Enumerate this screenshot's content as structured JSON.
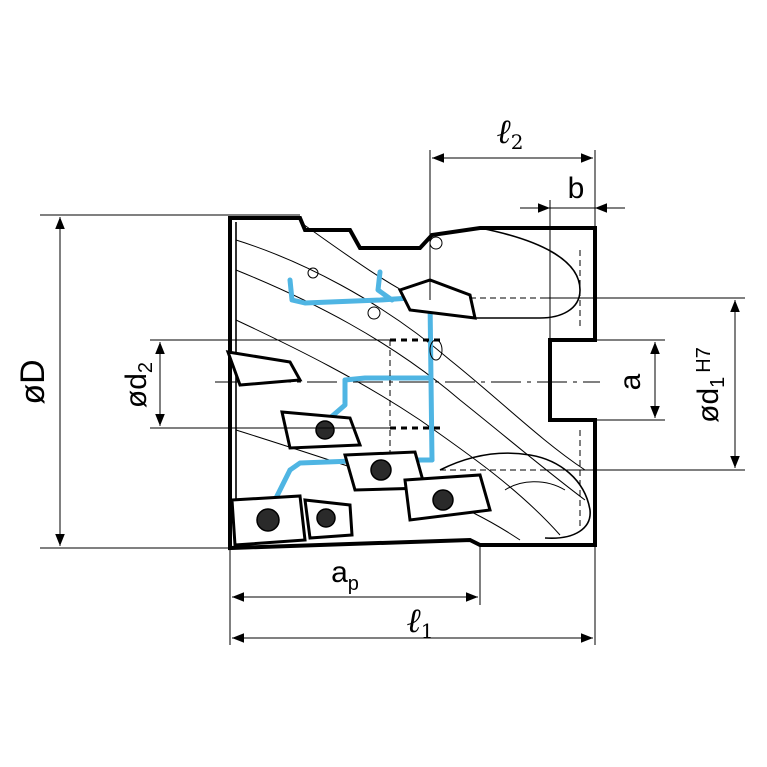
{
  "labels": {
    "diameter_D": "øD",
    "diameter_d2": "ød",
    "diameter_d2_sub": "2",
    "bore_d1": "ød",
    "bore_d1_sub": "1",
    "bore_d1_tol": "H7",
    "keyway_a": "a",
    "keyway_b": "b",
    "cut_depth_ap": "a",
    "cut_depth_ap_sub": "p",
    "length_l1": "ℓ",
    "length_l1_sub": "1",
    "length_l2": "ℓ",
    "length_l2_sub": "2"
  },
  "colors": {
    "outline": "#000000",
    "coolant": "#4fb5e3",
    "background": "#ffffff"
  }
}
